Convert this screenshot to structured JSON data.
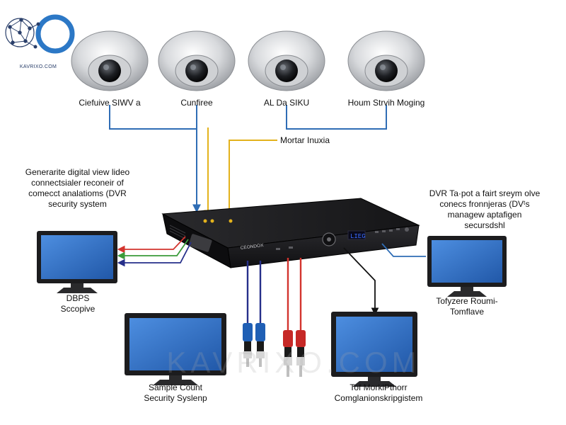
{
  "brand": {
    "name": "KAVRIXO.COM"
  },
  "cameras": [
    {
      "label": "Ciefuive SIWV a"
    },
    {
      "label": "Cunfiree"
    },
    {
      "label": "AL Da SIKU"
    },
    {
      "label": "Houm Strvih Moging"
    }
  ],
  "callout": {
    "label": "Mortar Inuxia"
  },
  "description_left": [
    "Generarite digital view lideo",
    "connectsialer reconeir of",
    "comecct analatioms (DVR",
    "security system"
  ],
  "description_right": [
    "DVR Ta·pot a fairt sreym olve",
    "conecs fronnjeras (DVᵗs",
    "managew aptafigen",
    "secursdshl"
  ],
  "dvr": {
    "brand": "CEONDOX",
    "display": "LIEG"
  },
  "monitors": [
    {
      "label_lines": [
        "DBPS",
        "Sccopive"
      ]
    },
    {
      "label_lines": [
        "Tofyzere Roumi-",
        "Tomflave"
      ]
    },
    {
      "label_lines": [
        "Sample Count",
        "Security Syslenp"
      ]
    },
    {
      "label_lines": [
        "Tof MorklPthorr",
        "Comglanionskripgistem"
      ]
    }
  ],
  "watermark": "KAVRIXO.COM",
  "colors": {
    "wire_blue": "#2f6db5",
    "wire_yellow": "#e3b21c",
    "wire_red": "#d3342e",
    "wire_green": "#3a9b3a",
    "wire_navy": "#262f8a",
    "screen_blue": "#2f6fc4",
    "dvr_body": "#1b1b1d"
  }
}
